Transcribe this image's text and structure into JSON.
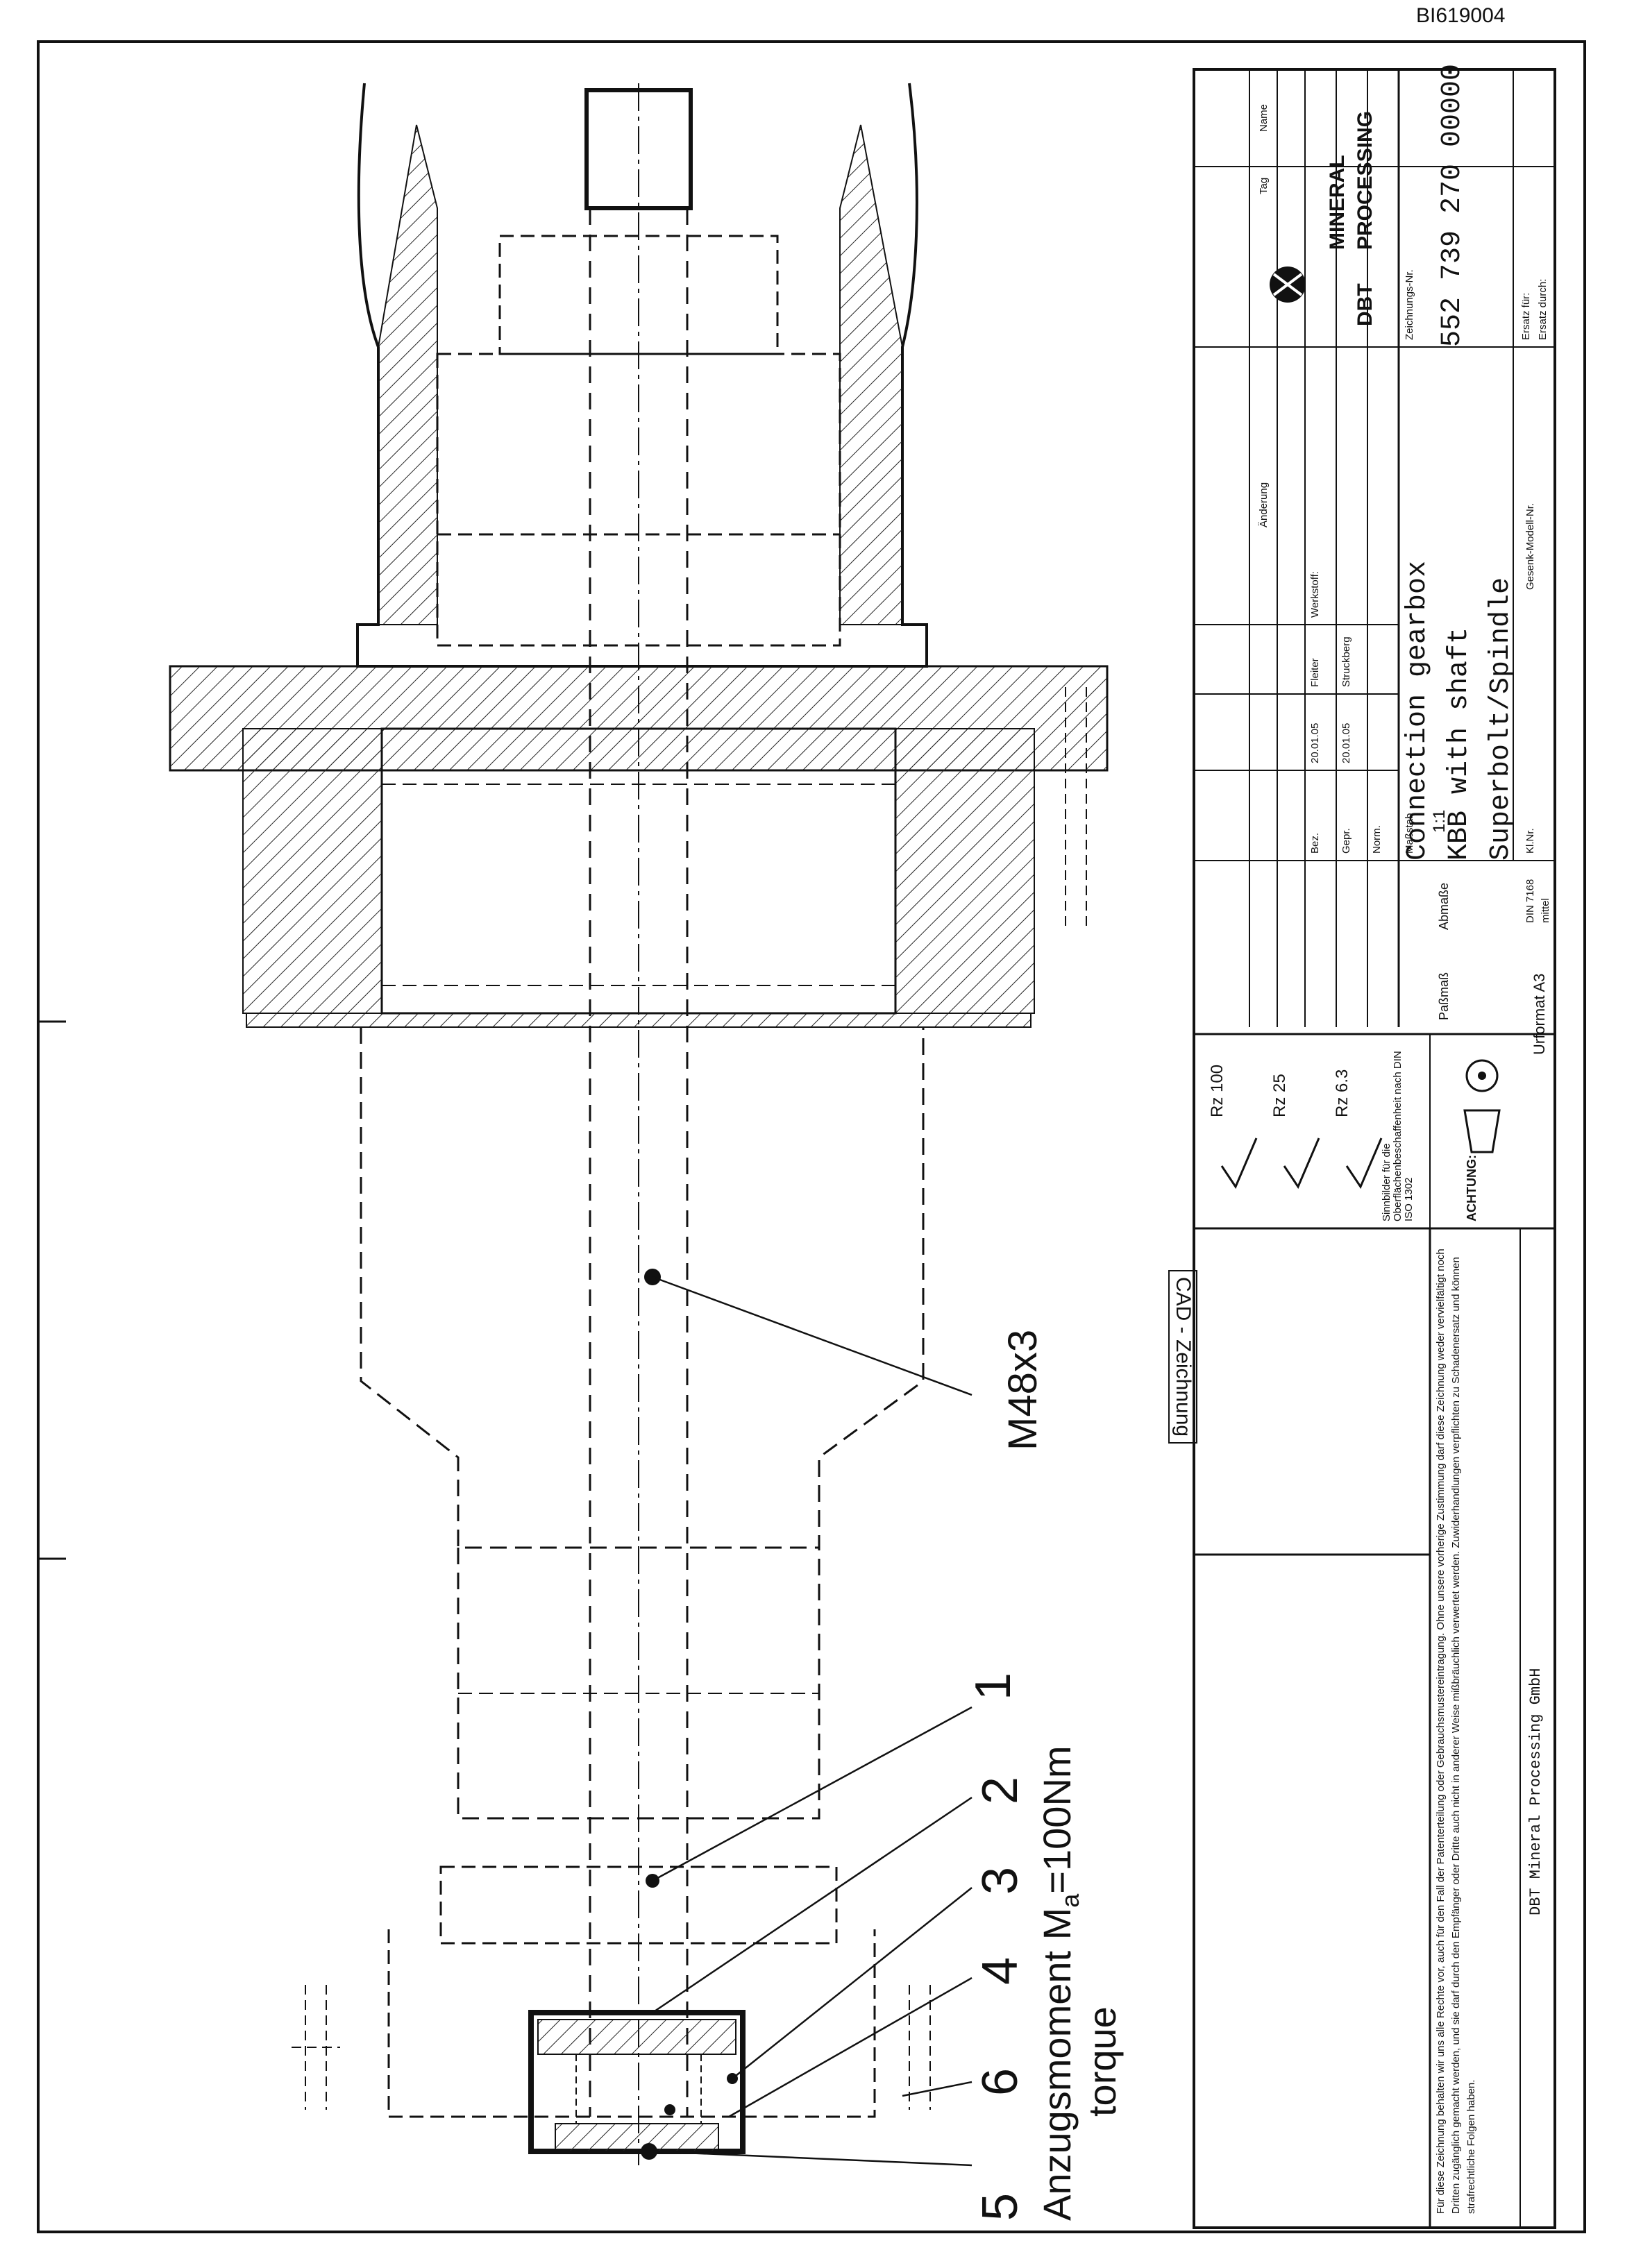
{
  "doc_id": "BI619004",
  "callouts": {
    "thread": "M48x3",
    "p1": "1",
    "p2": "2",
    "p3": "3",
    "p4": "4",
    "p5": "5",
    "p6": "6"
  },
  "torque": {
    "line1_a": "Anzugsmoment M",
    "line1_sub": "a",
    "line1_b": "=100Nm",
    "line2": "torque"
  },
  "title_block": {
    "title_line1": "Connection gearbox",
    "title_line2": "KBB with shaft",
    "title_line3": "Superbolt/Spindle",
    "drawing_no_label": "Zeichnungs-Nr.",
    "drawing_no": "552 739 270 00000",
    "company_line1": "MINERAL",
    "company_line2": "PROCESSING",
    "company_logo_text": "DBT",
    "scale_label": "Maßstab",
    "scale": "1:1",
    "tag_label": "Tag",
    "name_label": "Name",
    "date1": "20.01.05",
    "name1": "Fleiter",
    "date2": "20.01.05",
    "name2": "Struckberg",
    "row_bez": "Bez.",
    "row_gepr": "Gepr.",
    "row_norm": "Norm.",
    "werkstoff_label": "Werkstoff:",
    "aenderung_label": "Änderung",
    "kl_nr_label": "Kl.Nr.",
    "modell_label": "Gesenk-Modell-Nr.",
    "ersatz_label": "Ersatz für:",
    "ersatz_label2": "Ersatz durch:",
    "mittel_label": "mittel",
    "din_label": "DIN 7168",
    "format": "Urformat A3",
    "cad": "CAD - Zeichnung",
    "surface_w": "Rz 100",
    "surface_x": "Rz 25",
    "surface_y": "Rz 6.3",
    "surface_note": "Sinnbilder für die Oberflächenbeschaffenheit nach DIN ISO 1302",
    "achtung": "ACHTUNG:",
    "passmass": "Paßmaß",
    "abmasse": "Abmaße",
    "copyright": "Für diese Zeichnung behalten wir uns alle Rechte vor, auch für den Fall der Patenterteilung oder Gebrauchsmustereintragung. Ohne unsere vorherige Zustimmung darf diese Zeichnung weder vervielfältigt noch Dritten zugänglich gemacht werden, und sie darf durch den Empfänger oder Dritte auch nicht in anderer Weise mißbräuchlich verwertet werden. Zuwiderhandlungen verpflichten zu Schadenersatz und können strafrechtliche Folgen haben.",
    "company_full": "DBT Mineral Processing GmbH"
  }
}
